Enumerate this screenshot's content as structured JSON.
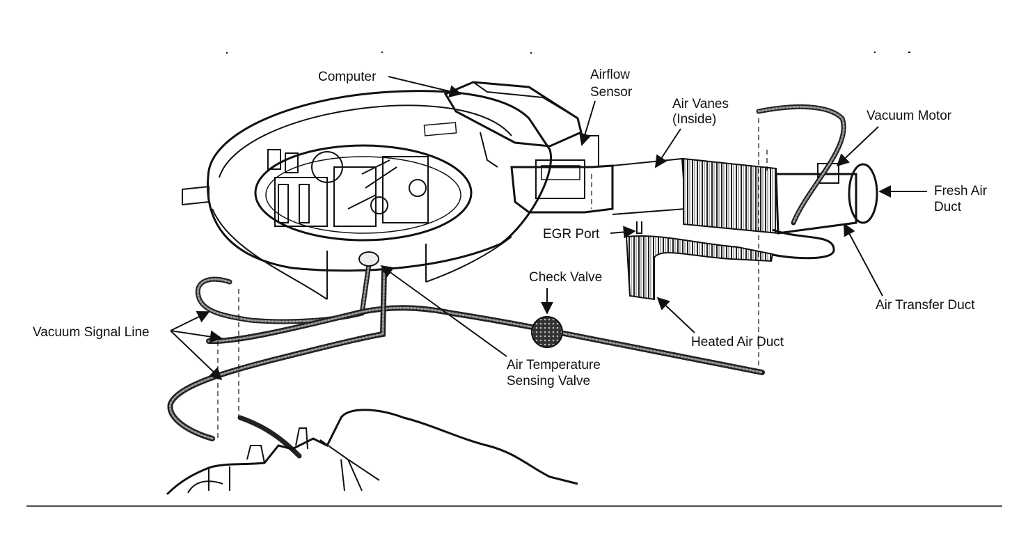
{
  "labels": {
    "computer": "Computer",
    "airflow_sensor_1": "Airflow",
    "airflow_sensor_2": "Sensor",
    "air_vanes_1": "Air Vanes",
    "air_vanes_2": "(Inside)",
    "vacuum_motor": "Vacuum Motor",
    "fresh_air_duct_1": "Fresh Air",
    "fresh_air_duct_2": "Duct",
    "egr_port": "EGR Port",
    "check_valve": "Check Valve",
    "air_transfer_duct": "Air Transfer Duct",
    "heated_air_duct": "Heated Air Duct",
    "vacuum_signal_line": "Vacuum Signal Line",
    "air_temp_valve_1": "Air Temperature",
    "air_temp_valve_2": "Sensing Valve"
  }
}
